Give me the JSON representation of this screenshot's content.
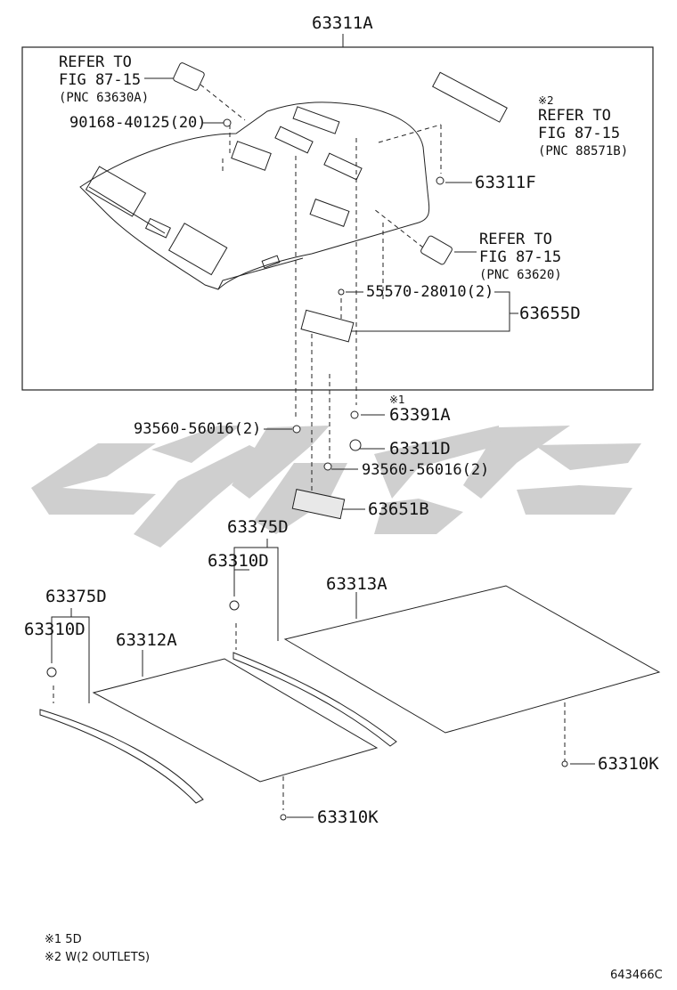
{
  "diagram": {
    "top_part": "63311A",
    "refs": {
      "ref1": {
        "line1": "REFER TO",
        "line2": "FIG 87-15",
        "line3": "(PNC 63630A)"
      },
      "ref2": {
        "marker": "※2",
        "line1": "REFER TO",
        "line2": "FIG 87-15",
        "line3": "(PNC 88571B)"
      },
      "ref3": {
        "line1": "REFER TO",
        "line2": "FIG 87-15",
        "line3": "(PNC 63620)"
      }
    },
    "parts": {
      "p90168": "90168-40125(20)",
      "p63311F": "63311F",
      "p55570": "55570-28010(2)",
      "p63655D": "63655D",
      "p63391A_marker": "※1",
      "p63391A": "63391A",
      "p93560_left": "93560-56016(2)",
      "p63311D": "63311D",
      "p93560_right": "93560-56016(2)",
      "p63651B": "63651B",
      "p63375D_mid": "63375D",
      "p63310D_mid": "63310D",
      "p63313A": "63313A",
      "p63375D_left": "63375D",
      "p63310D_left": "63310D",
      "p63312A": "63312A",
      "p63310K_right": "63310K",
      "p63310K_bottom": "63310K"
    },
    "footnotes": {
      "note1": "※1 5D",
      "note2": "※2 W(2 OUTLETS)"
    },
    "figure_id": "643466C"
  }
}
